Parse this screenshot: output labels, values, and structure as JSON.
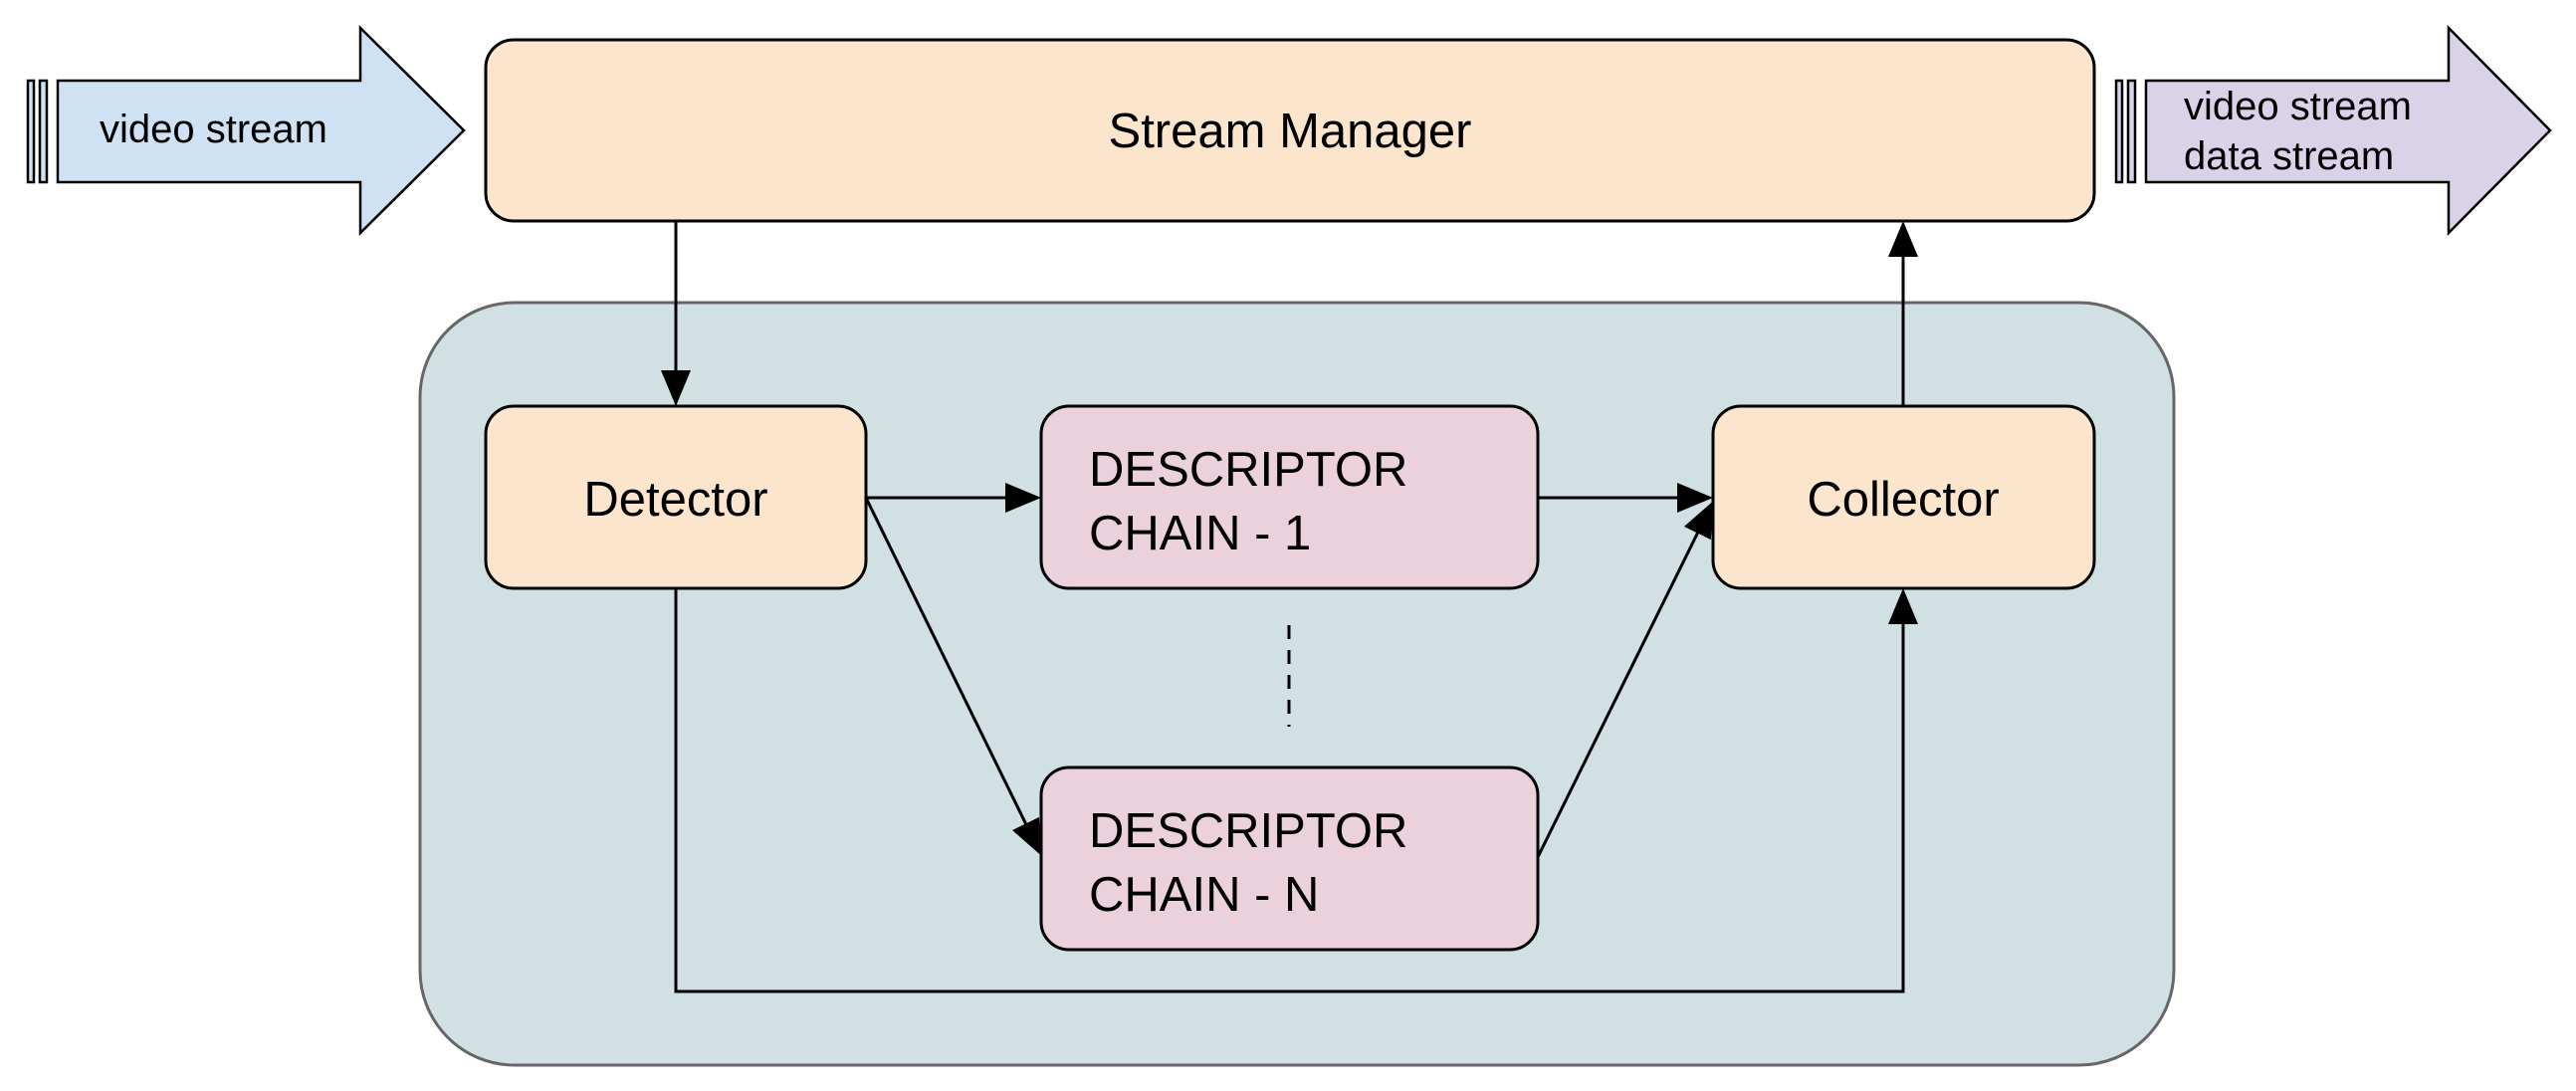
{
  "input_arrow": {
    "label": "video stream",
    "fill": "#cfe2f3"
  },
  "output_arrow": {
    "label_line1": "video stream",
    "label_line2": "data stream",
    "fill": "#d9d2e9"
  },
  "stream_manager": {
    "label": "Stream Manager",
    "fill": "#fce5cd"
  },
  "pipeline_container": {
    "fill": "#d0e0e3"
  },
  "detector": {
    "label": "Detector",
    "fill": "#fce5cd"
  },
  "collector": {
    "label": "Collector",
    "fill": "#fce5cd"
  },
  "descriptor_chains": [
    {
      "line1": "DESCRIPTOR",
      "line2": "CHAIN - 1"
    },
    {
      "line1": "DESCRIPTOR",
      "line2": "CHAIN - N"
    }
  ],
  "descriptor_chain_fill": "#ead1dc"
}
